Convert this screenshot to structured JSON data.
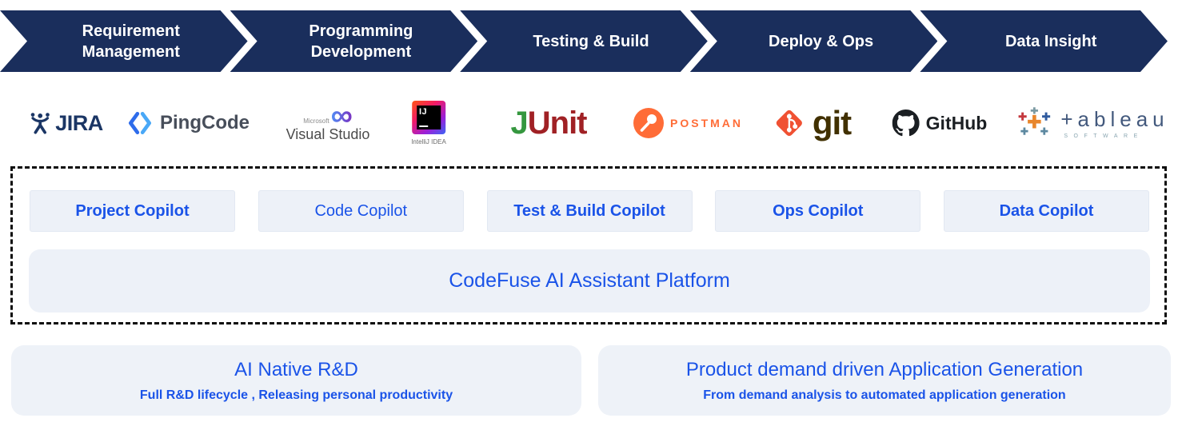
{
  "pipeline": {
    "stages": [
      {
        "line1": "Requirement",
        "line2": "Management"
      },
      {
        "line1": "Programming",
        "line2": "Development"
      },
      {
        "line1": "Testing & Build"
      },
      {
        "line1": "Deploy & Ops"
      },
      {
        "line1": "Data Insight"
      }
    ]
  },
  "tools": {
    "jira": {
      "label": "JIRA"
    },
    "pingcode": {
      "label": "PingCode"
    },
    "visualstudio": {
      "brand": "Microsoft",
      "infinity": "∞",
      "label": "Visual Studio"
    },
    "intellij": {
      "badge": "IJ",
      "label": "IntelliJ IDEA"
    },
    "junit": {
      "j": "J",
      "unit": "Unit"
    },
    "postman": {
      "label": "POSTMAN"
    },
    "git": {
      "label": "git"
    },
    "github": {
      "label": "GitHub"
    },
    "tableau": {
      "label": "+ableau",
      "sub": "SOFTWARE"
    }
  },
  "copilots": [
    {
      "label": "Project Copilot"
    },
    {
      "label": "Code Copilot"
    },
    {
      "label": "Test & Build Copilot"
    },
    {
      "label": "Ops Copilot"
    },
    {
      "label": "Data Copilot"
    }
  ],
  "platform": {
    "label": "CodeFuse AI Assistant Platform"
  },
  "outcomes": [
    {
      "title": "AI Native R&D",
      "subtitle": "Full R&D lifecycle , Releasing personal productivity"
    },
    {
      "title": "Product demand driven Application Generation",
      "subtitle": "From demand analysis to automated application generation"
    }
  ],
  "colors": {
    "banner_navy": "#1a2e5c",
    "accent_blue": "#1a53e8",
    "panel_bg": "#edf1f8"
  }
}
